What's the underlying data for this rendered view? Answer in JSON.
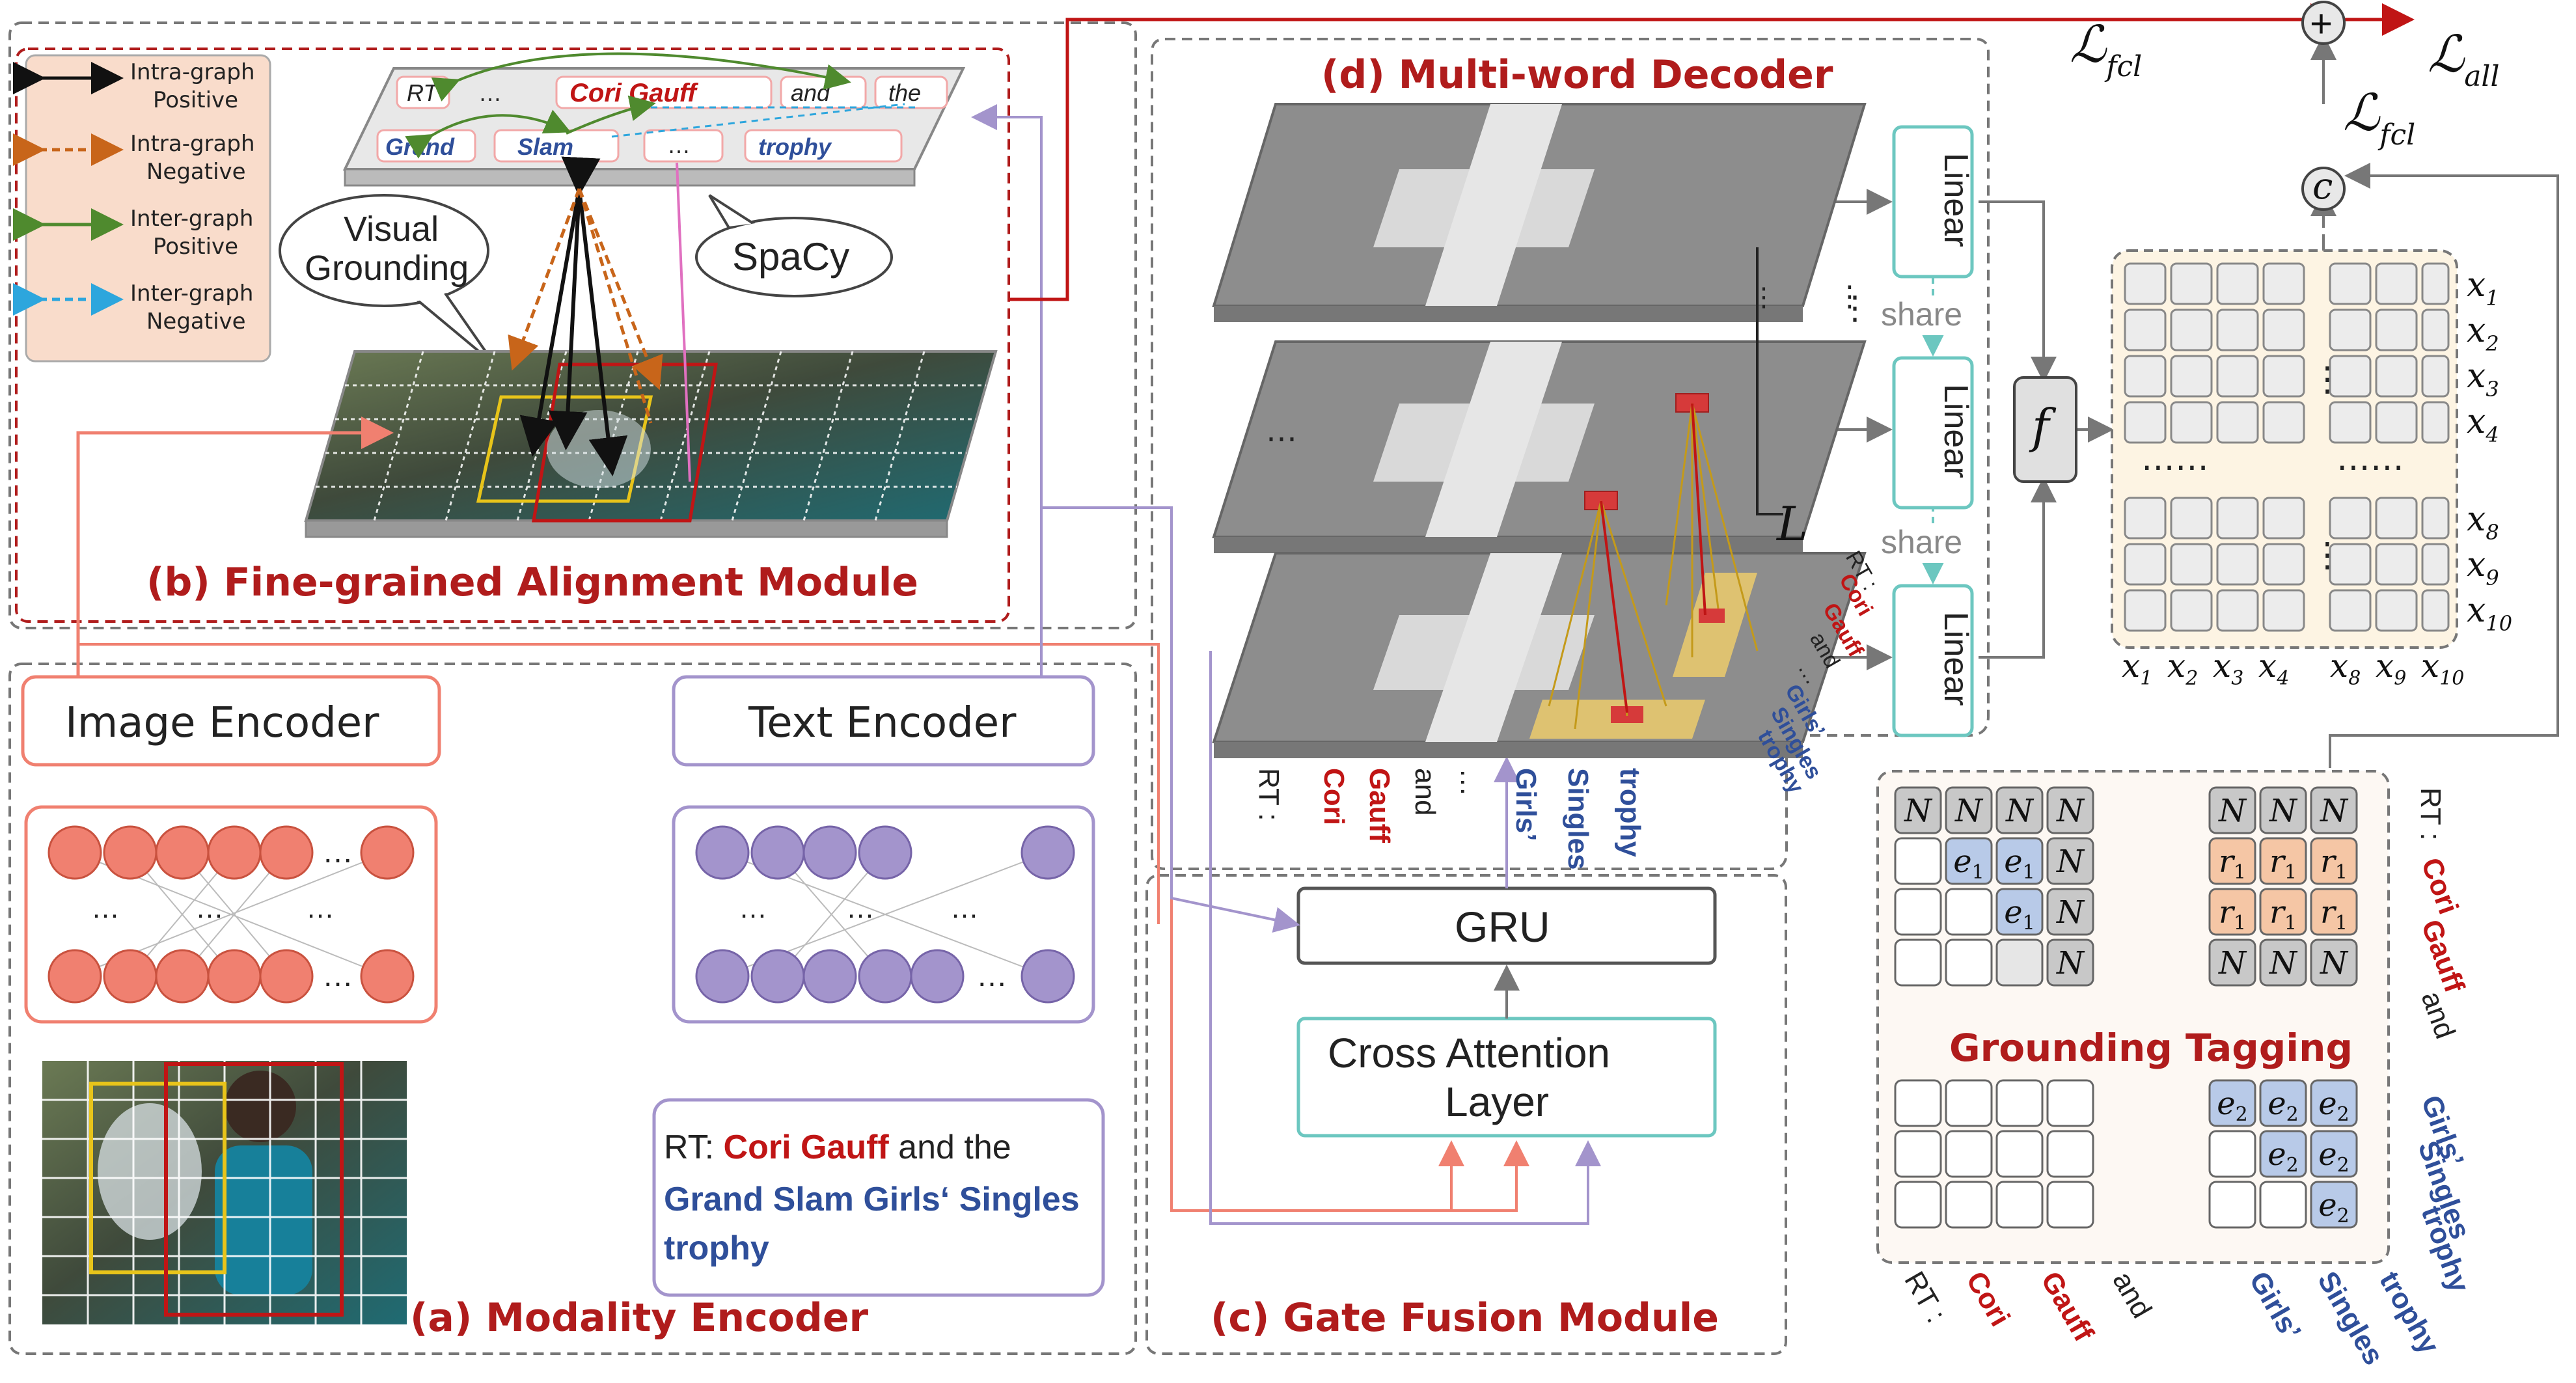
{
  "titles": {
    "alignment": "(b) Fine-grained Alignment Module",
    "decoder": "(d) Multi-word Decoder",
    "modality": "(a) Modality Encoder",
    "gate": "(c) Gate Fusion Module",
    "tagging": "Grounding Tagging"
  },
  "legend": [
    {
      "line1": "Intra-graph",
      "line2": "Positive",
      "color": "#111111",
      "dashed": false
    },
    {
      "line1": "Intra-graph",
      "line2": "Negative",
      "color": "#c8651a",
      "dashed": true
    },
    {
      "line1": "Inter-graph",
      "line2": "Positive",
      "color": "#4f8a2e",
      "dashed": false
    },
    {
      "line1": "Inter-graph",
      "line2": "Negative",
      "color": "#2da6dd",
      "dashed": true
    }
  ],
  "bubbles": {
    "visual_line1": "Visual",
    "visual_line2": "Grounding",
    "spacy": "SpaCy"
  },
  "graph_tokens": {
    "top_row": [
      "RT",
      "…",
      "Cori Gauff",
      "and",
      "the"
    ],
    "bottom_row": [
      "Grand",
      "Slam",
      "…",
      "trophy"
    ]
  },
  "encoders": {
    "image": "Image Encoder",
    "text": "Text Encoder",
    "dots": "…"
  },
  "input_text": {
    "prefix": "RT: ",
    "entity1": "Cori Gauff",
    "middle": " and the",
    "entity2_line1": "Grand Slam Girls‘ Singles",
    "entity2_line2": "trophy"
  },
  "fusion": {
    "gru": "GRU",
    "cross_line1": "Cross Attention",
    "cross_line2": "Layer"
  },
  "decoder": {
    "linear": "Linear",
    "share": "share",
    "f": "f",
    "L": "L",
    "tokens": [
      "RT :",
      "Cori",
      "Gauff",
      "and",
      "…",
      "Girls’",
      "Singles",
      "trophy"
    ],
    "side_tokens": [
      "RT :",
      "Cori",
      "Gauff",
      "and",
      "…",
      "Girls’",
      "Singles",
      "trophy"
    ]
  },
  "loss": {
    "fcl": "fcl",
    "all": "all",
    "plus": "+",
    "c": "c"
  },
  "matrix": {
    "row_labels": [
      "x",
      "x",
      "x",
      "x",
      "x",
      "x",
      "x"
    ],
    "row_subs": [
      "1",
      "2",
      "3",
      "4",
      "8",
      "9",
      "10"
    ],
    "col_labels": [
      "x",
      "x",
      "x",
      "x",
      "x",
      "x",
      "x"
    ],
    "col_subs": [
      "1",
      "2",
      "3",
      "4",
      "8",
      "9",
      "10"
    ]
  },
  "tagging": {
    "rows_top": [
      [
        "N",
        "N",
        "N",
        "N",
        "N",
        "N",
        "N"
      ],
      [
        "",
        "e1",
        "e1",
        "N",
        "r1",
        "r1",
        "r1"
      ],
      [
        "",
        "",
        "e1",
        "N",
        "r1",
        "r1",
        "r1"
      ],
      [
        "",
        "",
        "",
        "N",
        "N",
        "N",
        "N"
      ]
    ],
    "rows_bottom": [
      [
        "",
        "",
        "",
        "",
        "e2",
        "e2",
        "e2"
      ],
      [
        "",
        "",
        "",
        "",
        "",
        "e2",
        "e2"
      ],
      [
        "",
        "",
        "",
        "",
        "",
        "",
        "e2"
      ]
    ],
    "right_labels": [
      "RT :",
      "Cori",
      "Gauff",
      "and",
      "Girls’",
      "Singles",
      "trophy"
    ],
    "bottom_labels": [
      "RT :",
      "Cori",
      "Gauff",
      "and",
      "Girls’",
      "Singles",
      "trophy"
    ]
  },
  "colors": {
    "red_title": "#b01c1c",
    "entity_red": "#c01515",
    "entity_blue": "#2f4f9a",
    "salmon": "#f08070",
    "lavender": "#a394cc",
    "teal": "#6cc7c0",
    "grid_grey": "#8d8d8d",
    "cell_blue": "#b8cae8",
    "cell_orange": "#f5c6a5",
    "cell_grey": "#c8c8c8"
  }
}
